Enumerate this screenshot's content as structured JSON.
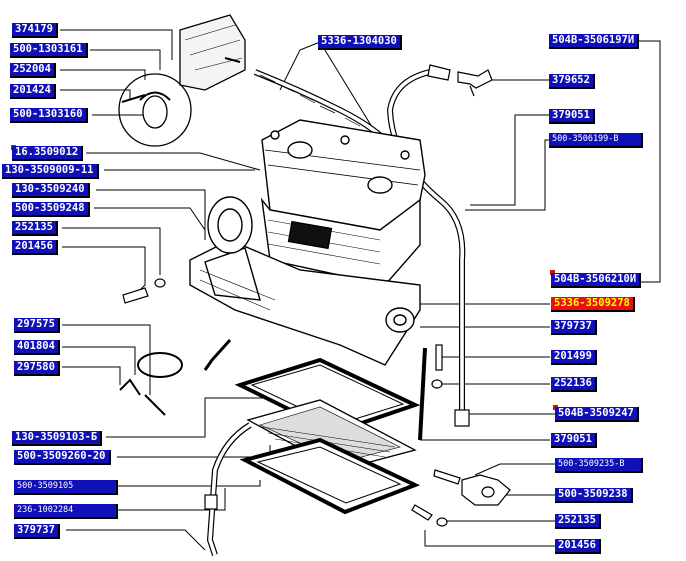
{
  "labels": {
    "l374179": "374179",
    "l500_1303161": "500-1303161",
    "l252004": "252004",
    "l201424": "201424",
    "l500_1303160": "500-1303160",
    "l16_3509012": "16.3509012",
    "l130_3509009_11": "130-3509009-11",
    "l130_3509240": "130-3509240",
    "l500_3509248": "500-3509248",
    "l252135a": "252135",
    "l201456a": "201456",
    "l297575": "297575",
    "l401804": "401804",
    "l297580": "297580",
    "l130_3509103b": "130-3509103-Б",
    "l500_3509260_20": "500-3509260-20",
    "l500_3509105": "500-3509105",
    "l236_1002284": "236-1002284",
    "l379737a": "379737",
    "l5336_1304030": "5336-1304030",
    "l504v_3506197i": "504В-3506197И",
    "l379652": "379652",
    "l379051a": "379051",
    "l500_3506199v": "500-3506199-В",
    "l504v_3506210i": "504В-3506210И",
    "l5336_3509278": "5336-3509278",
    "l379737b": "379737",
    "l201499": "201499",
    "l252136": "252136",
    "l504v_3509247": "504В-3509247",
    "l379051b": "379051",
    "l500_3509235v": "500-3509235-В",
    "l500_3509238": "500-3509238",
    "l252135b": "252135",
    "l201456b": "201456"
  },
  "colors": {
    "label_bg": "#1010b8",
    "label_text": "#ffffff",
    "selected_bg": "#e81010",
    "selected_text": "#ffff00",
    "flag": "#d01010"
  },
  "selected": "5336-3509278"
}
